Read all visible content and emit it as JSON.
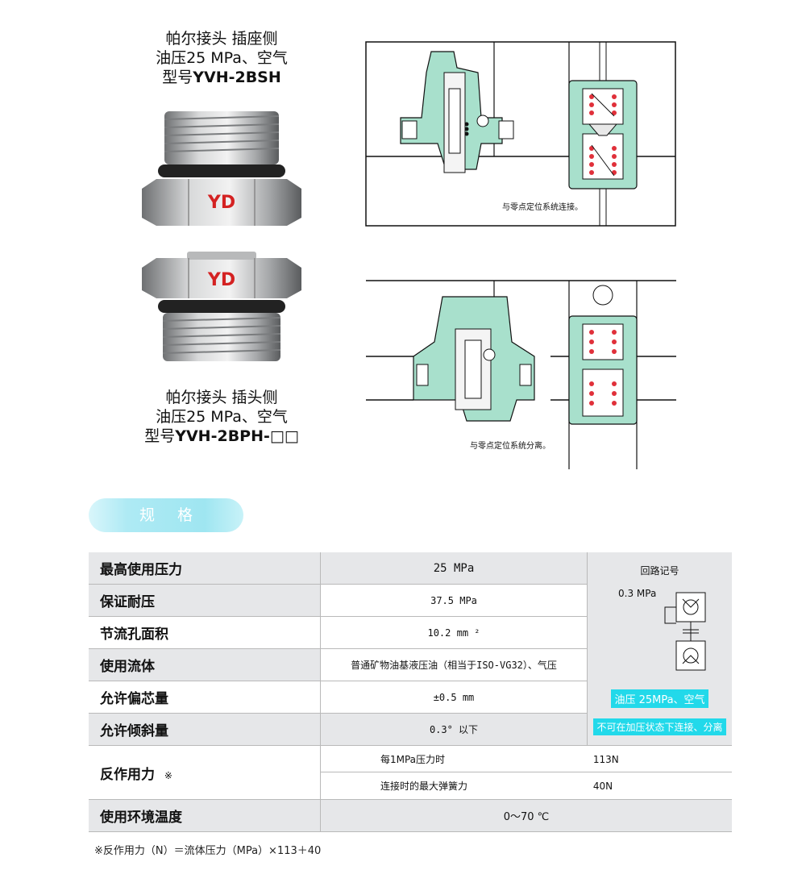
{
  "socket": {
    "line1": "帕尔接头 插座侧",
    "line2": "油压25 MPa、空气",
    "model_prefix": "型号",
    "model": "YVH-2BSH"
  },
  "plug": {
    "line1": "帕尔接头 插头侧",
    "line2": "油压25 MPa、空气",
    "model_prefix": "型号",
    "model": "YVH-2BPH-□□"
  },
  "diagrams": {
    "connected_caption": "与零点定位系统连接。",
    "separated_caption": "与零点定位系统分离。"
  },
  "spec": {
    "section_title": "规格",
    "rows": [
      {
        "label": "最高使用压力",
        "value": "25 MPa"
      },
      {
        "label": "保证耐压",
        "value": "37.5 MPa"
      },
      {
        "label": "节流孔面积",
        "value": "10.2 mm ²"
      },
      {
        "label": "使用流体",
        "value": "普通矿物油基液压油（相当于ISO-VG32）、气压"
      },
      {
        "label": "允许偏芯量",
        "value": "±0.5 mm"
      },
      {
        "label": "允许倾斜量",
        "value": "0.3° 以下"
      }
    ],
    "reaction": {
      "label": "反作用力",
      "mark": "※",
      "sub1_label": "每1MPa压力时",
      "sub1_value": "113N",
      "sub2_label": "连接时的最大弹簧力",
      "sub2_value": "40N"
    },
    "temp": {
      "label": "使用环境温度",
      "value": "0～70 ℃"
    },
    "circuit": {
      "title": "回路记号",
      "pressure": "0.3 MPa",
      "badge1": "油压 25MPa、空气",
      "badge2": "不可在加压状态下连接、分离"
    },
    "note": "※反作用力（N）＝流体压力（MPa）×113＋40"
  },
  "colors": {
    "accent": "#22d9ea",
    "body_green": "#a8e0cc",
    "spring_red": "#e0303a"
  }
}
